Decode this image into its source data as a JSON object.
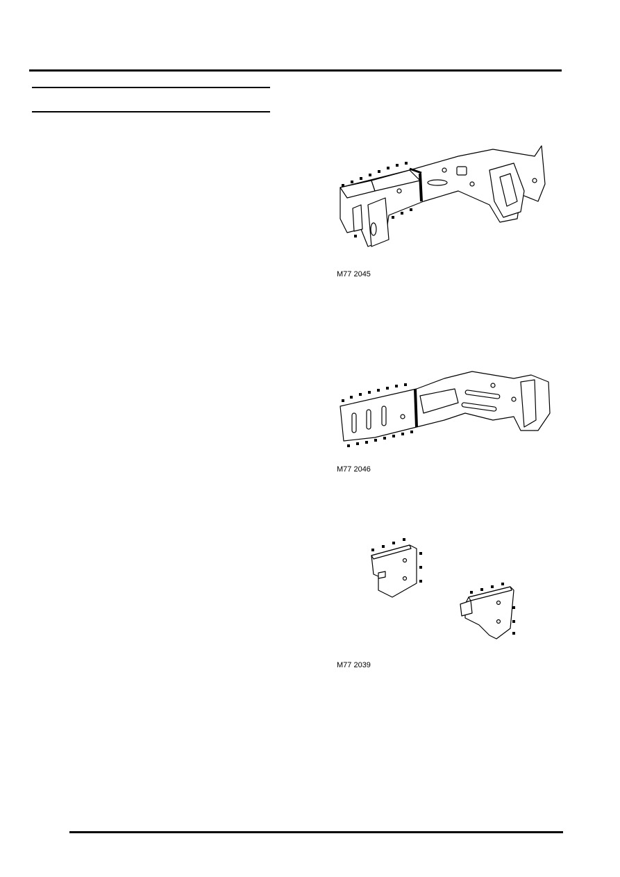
{
  "page": {
    "figures": [
      {
        "id": "fig1",
        "caption": "M77 2045",
        "icon": "front-side-member-assembly-illustration"
      },
      {
        "id": "fig2",
        "caption": "M77 2046",
        "icon": "inner-side-member-panel-illustration"
      },
      {
        "id": "fig3",
        "caption": "M77 2039",
        "icon": "closing-plate-pair-illustration"
      }
    ]
  }
}
